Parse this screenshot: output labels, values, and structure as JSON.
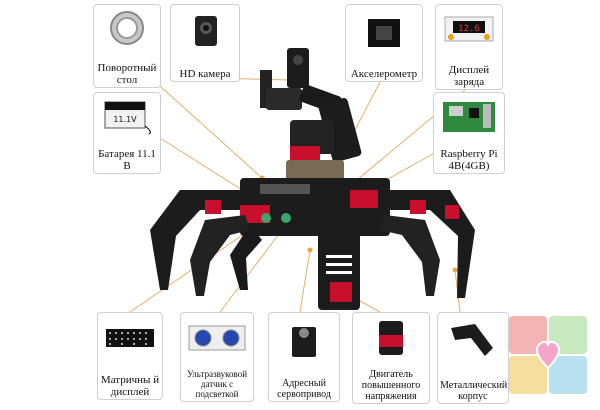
{
  "labels": {
    "turntable": "Поворотный стол",
    "hd_camera": "HD камера",
    "accelerometer": "Акселерометр",
    "charge_display": "Дисплей заряда",
    "battery": "Батарея 11.1 В",
    "raspberry": "Raspberry Pi 4B(4GB)",
    "matrix": "Матричны й дисплей",
    "ultrasonic": "Ультразвуковой датчик с подсветкой",
    "servo": "Адресный сервопривод",
    "motor": "Двигатель повышенного напряжения",
    "body": "Металлический корпус"
  },
  "battery_marking": "11.1V",
  "charge_display_value": "12.6",
  "colors": {
    "accent_orange": "#e9a64a",
    "robot_black": "#1c1c1c",
    "robot_red": "#c8102e"
  },
  "icons": [
    "bearing-icon",
    "camera-icon",
    "chip-icon",
    "voltmeter-icon",
    "battery-icon",
    "raspberry-board-icon",
    "led-matrix-icon",
    "ultrasonic-sensor-icon",
    "servo-icon",
    "motor-icon",
    "metal-bracket-icon",
    "puzzle-logo-icon"
  ]
}
